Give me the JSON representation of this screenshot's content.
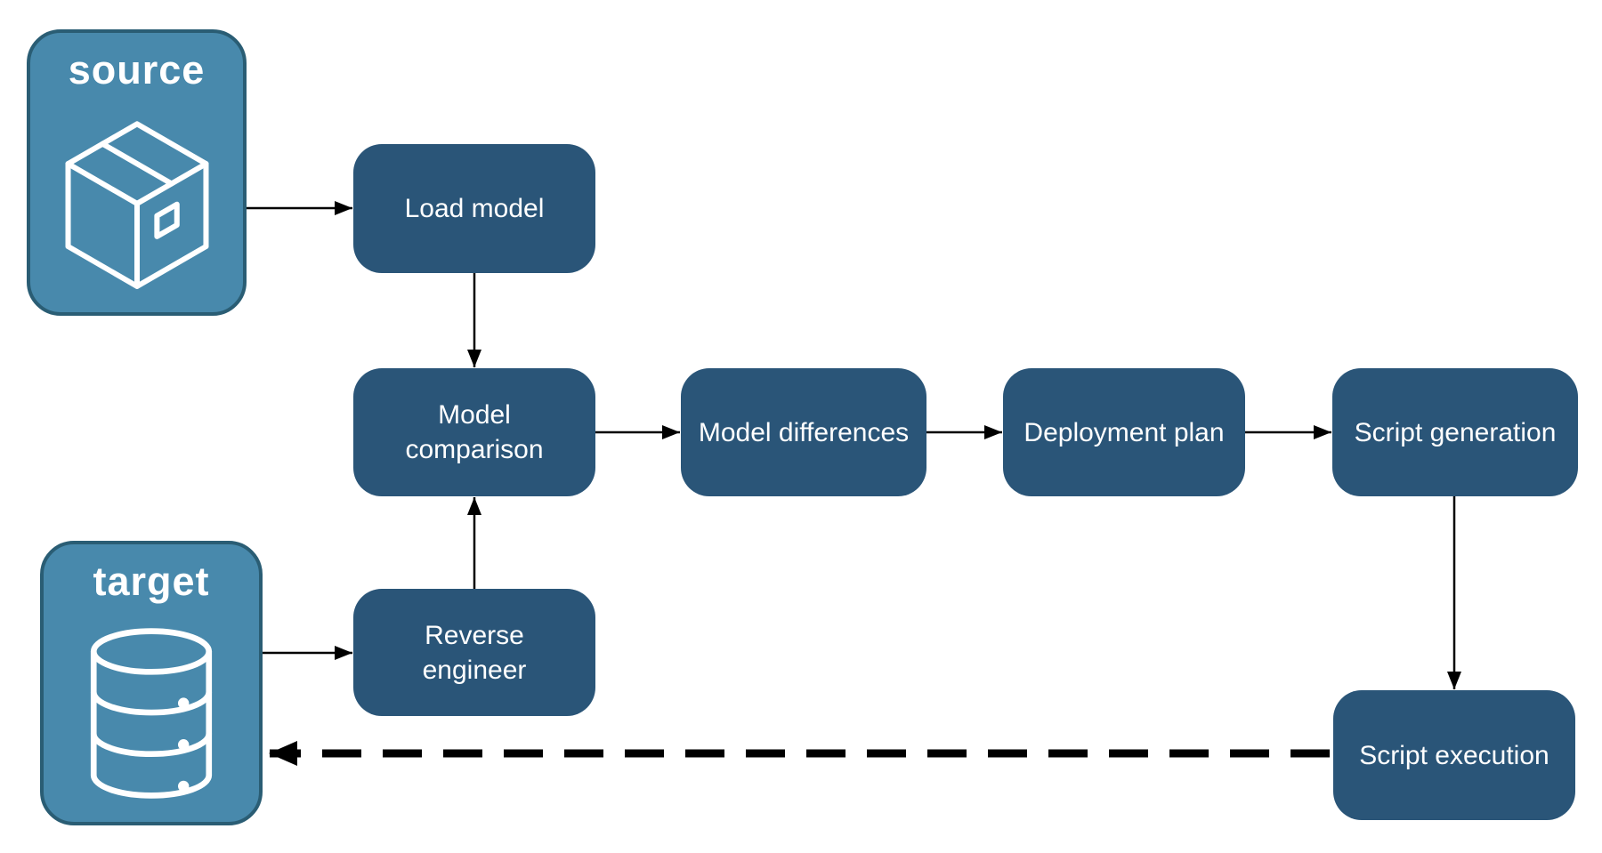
{
  "colors": {
    "background": "#ffffff",
    "node_fill": "#2a5578",
    "node_text": "#ffffff",
    "endpoint_fill": "#4889ac",
    "endpoint_border": "#2a5d74",
    "endpoint_text": "#ffffff",
    "arrow": "#000000"
  },
  "endpoints": [
    {
      "id": "source",
      "label": "source",
      "icon": "package-icon"
    },
    {
      "id": "target",
      "label": "target",
      "icon": "database-icon"
    }
  ],
  "nodes": [
    {
      "id": "load-model",
      "label": "Load model"
    },
    {
      "id": "model-comparison",
      "label": "Model comparison"
    },
    {
      "id": "model-differences",
      "label": "Model differences"
    },
    {
      "id": "deployment-plan",
      "label": "Deployment plan"
    },
    {
      "id": "script-generation",
      "label": "Script generation"
    },
    {
      "id": "reverse-engineer",
      "label": "Reverse engineer"
    },
    {
      "id": "script-execution",
      "label": "Script execution"
    }
  ],
  "edges": [
    {
      "from": "source",
      "to": "load-model",
      "style": "solid"
    },
    {
      "from": "load-model",
      "to": "model-comparison",
      "style": "solid"
    },
    {
      "from": "target",
      "to": "reverse-engineer",
      "style": "solid"
    },
    {
      "from": "reverse-engineer",
      "to": "model-comparison",
      "style": "solid"
    },
    {
      "from": "model-comparison",
      "to": "model-differences",
      "style": "solid"
    },
    {
      "from": "model-differences",
      "to": "deployment-plan",
      "style": "solid"
    },
    {
      "from": "deployment-plan",
      "to": "script-generation",
      "style": "solid"
    },
    {
      "from": "script-generation",
      "to": "script-execution",
      "style": "solid"
    },
    {
      "from": "script-execution",
      "to": "target",
      "style": "dashed"
    }
  ]
}
